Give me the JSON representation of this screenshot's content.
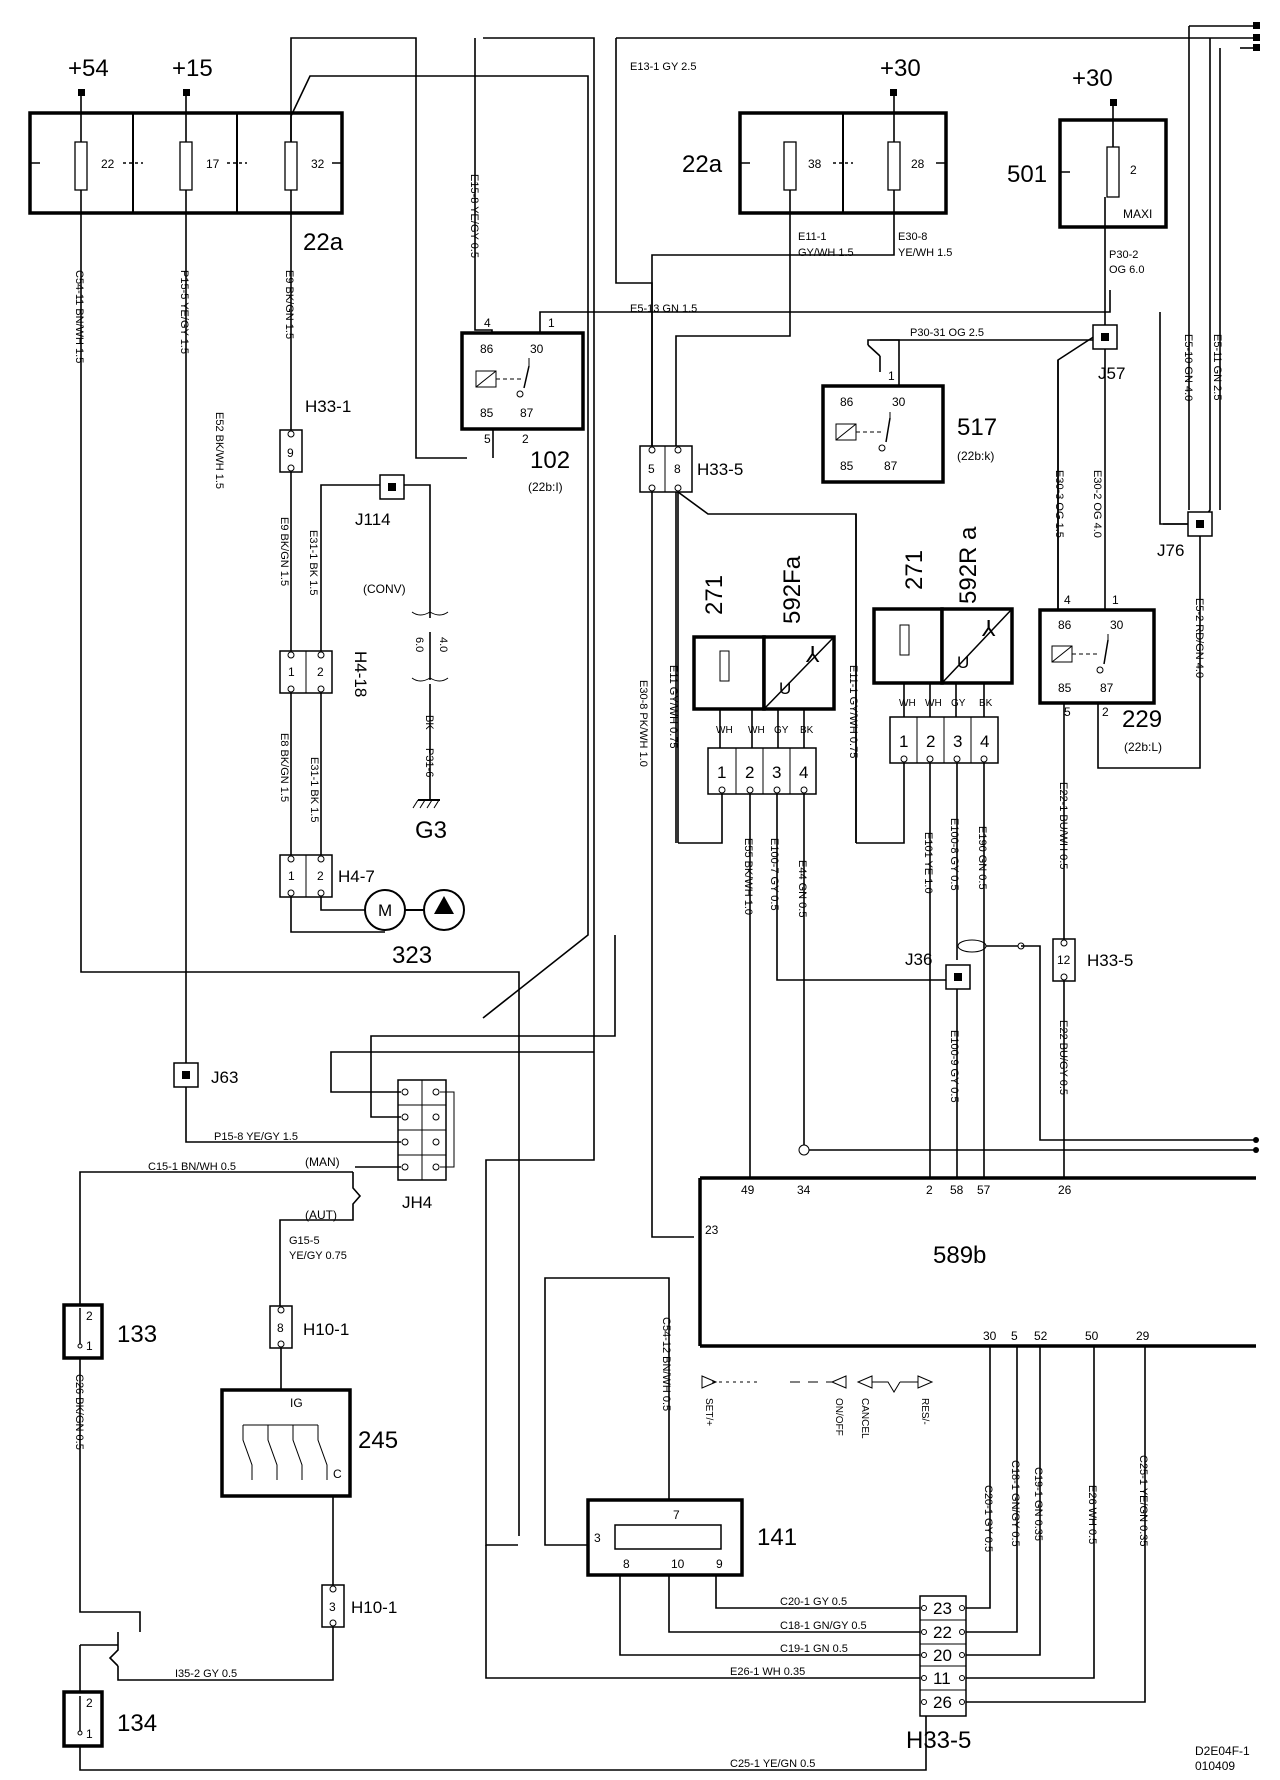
{
  "supplies": {
    "s54": "+54",
    "s15": "+15",
    "s30a": "+30",
    "s30b": "+30"
  },
  "fuse_box_main": {
    "label": "22a",
    "fuses": [
      "22",
      "17",
      "32"
    ]
  },
  "fuse_box_right": {
    "label": "22a",
    "fuses": [
      "38",
      "28"
    ]
  },
  "maxi_fuse": {
    "label": "501",
    "fuse": "2",
    "tag": "MAXI"
  },
  "relays": {
    "r102": {
      "label": "102",
      "ref": "(22b:I)",
      "pins": [
        "86",
        "30",
        "85",
        "87"
      ],
      "terms": [
        "4",
        "1",
        "5",
        "2"
      ]
    },
    "r517": {
      "label": "517",
      "ref": "(22b:k)",
      "pins": [
        "86",
        "30",
        "85",
        "87"
      ],
      "terms": [
        "1"
      ]
    },
    "r229": {
      "label": "229",
      "ref": "(22b:L)",
      "pins": [
        "86",
        "30",
        "85",
        "87"
      ],
      "terms": [
        "4",
        "1",
        "5",
        "2"
      ]
    }
  },
  "connectors": {
    "h33_1": {
      "label": "H33-1",
      "pin": "9"
    },
    "h4_18": {
      "label": "H4-18",
      "pins": [
        "1",
        "2"
      ]
    },
    "h4_7": {
      "label": "H4-7",
      "pins": [
        "1",
        "2"
      ]
    },
    "h33_5_top": {
      "label": "H33-5",
      "pins": [
        "5",
        "8"
      ]
    },
    "h33_5_mid": {
      "label": "H33-5",
      "pin": "12"
    },
    "h10_1_a": {
      "label": "H10-1",
      "pin": "8"
    },
    "h10_1_b": {
      "label": "H10-1",
      "pin": "3"
    },
    "h33_5_bot": {
      "label": "H33-5",
      "pins": [
        "23",
        "22",
        "20",
        "11",
        "26"
      ]
    },
    "jh4": {
      "label": "JH4"
    }
  },
  "junctions": [
    "J114",
    "J57",
    "J76",
    "J63",
    "J36"
  ],
  "ground": {
    "label": "G3",
    "wire": "P31-6",
    "color": "BK",
    "sizes": [
      "6.0",
      "4.0"
    ],
    "note": "(CONV)"
  },
  "components": {
    "pump": {
      "label": "323",
      "motor": "M"
    },
    "sensor_front": {
      "heater": "271",
      "label": "592Fa",
      "pins": [
        "1",
        "2",
        "3",
        "4"
      ],
      "colors": [
        "WH",
        "WH",
        "GY",
        "BK"
      ],
      "u": "U"
    },
    "sensor_rear": {
      "heater": "271",
      "label": "592R a",
      "pins": [
        "1",
        "2",
        "3",
        "4"
      ],
      "colors": [
        "WH",
        "WH",
        "GY",
        "BK"
      ],
      "u": "U"
    },
    "ecu": {
      "label": "589b",
      "top_pins": [
        "49",
        "34",
        "2",
        "58",
        "57",
        "26"
      ],
      "left_pin": "23",
      "bottom_pins": [
        "30",
        "5",
        "52",
        "50",
        "29"
      ]
    },
    "c133": {
      "label": "133",
      "pins": [
        "2",
        "1"
      ]
    },
    "c134": {
      "label": "134",
      "pins": [
        "2",
        "1"
      ]
    },
    "switch245": {
      "label": "245",
      "top": "IG",
      "bottom": "C"
    },
    "c141": {
      "label": "141",
      "pins": [
        "7",
        "3",
        "8",
        "10",
        "9"
      ]
    }
  },
  "jh4_labels": {
    "man": "(MAN)",
    "aut": "(AUT)"
  },
  "wires": {
    "e13_1": "E13-1   GY   2.5",
    "e52": "E52   BK/WH   1.5",
    "e15_8": "E15-8   YE/GY   0.5",
    "c54_11": "C54-11   BN/WH   1.5",
    "p15_5": "P15-5   YE/GY   1.5",
    "e9_top": "E9   BK/GN   1.5",
    "e9_mid": "E9   BK/GN   1.5",
    "e31_1_top": "E31-1   BK   1.5",
    "e8": "E8   BK/GN   1.5",
    "e31_1_bot": "E31-1   BK   1.5",
    "e11_1a": "E11-1",
    "e11_1a_spec": "GY/WH     1.5",
    "e30_8a": "E30-8",
    "e30_8a_spec": "YE/WH      1.5",
    "e5_13": "E5-13    GN    1.5",
    "p30_31": "P30-31    OG    2.5",
    "p30_2": "P30-2",
    "p30_2_spec": "OG    6.0",
    "e30_3": "E30-3   OG   1.5",
    "e30_2": "E30-2   OG   4.0",
    "e5_10": "E5-10   GN   4.0",
    "e5_11": "E5-11   GN   2.5",
    "e5_2": "E5-2   RD/GN   4.0",
    "e30_8b": "E30-8   PK/WH   1.0",
    "e11": "E11   GY/WH   0.75",
    "e11_1b": "E11-1   GY/WH   0.75",
    "e55": "E55   BK/WH   1.0",
    "e100_7": "E100-7   GY   0.5",
    "e44": "E44   GN   0.5",
    "e101": "E101   YE   1.0",
    "e100_8": "E100-8   GY   0.5",
    "e190": "E190   GN   0.5",
    "e22_1": "E22-1   BU/WH   0.5",
    "e100_9": "E100-9   GY   0.5",
    "e22": "E22   BU/GY   0.5",
    "p15_8": "P15-8     YE/GY     1.5",
    "c15_1": "C15-1   BN/WH   0.5",
    "g15_5": "G15-5",
    "g15_5_spec": "YE/GY  0.75",
    "c26": "C26   BK/GN   0.5",
    "i35_2": "I35-2    GY    0.5",
    "c54_12": "C54-12   BN/WH   0.5",
    "c20_1": "C20-1    GY    0.5",
    "c18_1": "C18-1    GN/GY    0.5",
    "c19_1": "C19-1    GN    0.5",
    "e26_1": "E26-1    WH    0.35",
    "c25_1": "C25-1    YE/GN    0.5",
    "c20_1v": "C20-1   GY   0.5",
    "c18_1v": "C18-1   GN/GY   0.5",
    "c19_1v": "C19-1   GN   0.35",
    "e26v": "E26   WH   0.5",
    "c25_1v": "C25-1   YE/GN   0.35"
  },
  "legend_words": [
    "SET/+",
    "ON/OFF",
    "CANCEL",
    "RES/-"
  ],
  "doc_code": {
    "line1": "D2E04F-1",
    "line2": "010409"
  }
}
